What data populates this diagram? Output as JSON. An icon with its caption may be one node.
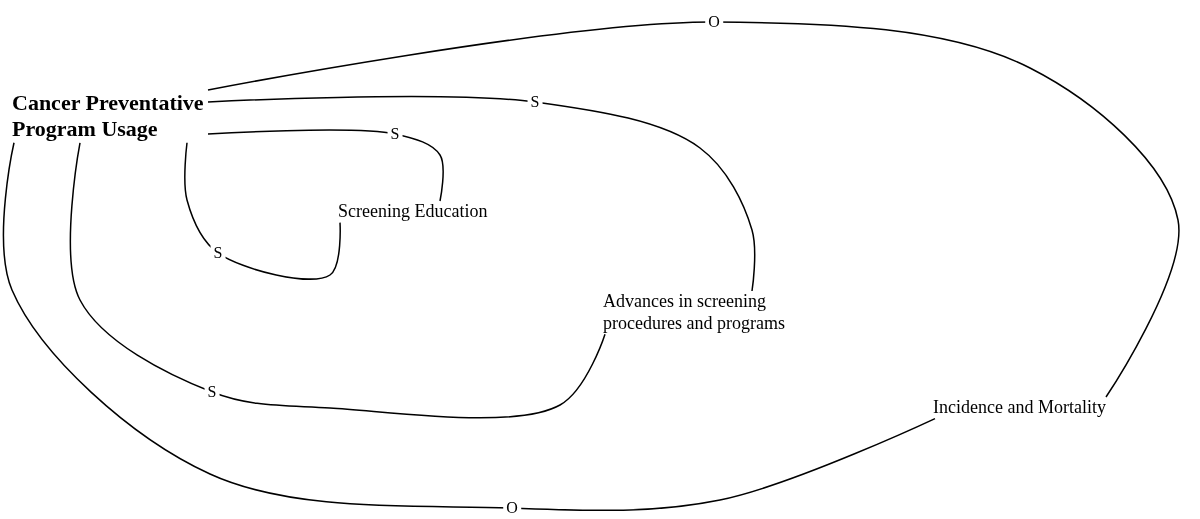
{
  "diagram": {
    "nodes": [
      {
        "text": [
          "Cancer Preventative Program Usage"
        ]
      },
      {
        "text": [
          "Screening Education"
        ]
      },
      {
        "text": [
          "Advances in screening procedures and programs"
        ]
      },
      {
        "text": [
          "Incidence and Mortality"
        ]
      }
    ],
    "edges": [
      {
        "from": 0,
        "to": 1,
        "arrow": "none",
        "label": "S"
      },
      {
        "from": 1,
        "to": 0,
        "arrow": "none",
        "label": "S"
      },
      {
        "from": 0,
        "to": 2,
        "arrow": "none",
        "label": "S"
      },
      {
        "from": 2,
        "to": 0,
        "arrow": "none",
        "label": "S"
      },
      {
        "from": 0,
        "to": 3,
        "arrow": "none",
        "label": "O"
      },
      {
        "from": 3,
        "to": 0,
        "arrow": "none",
        "label": "O"
      }
    ]
  }
}
